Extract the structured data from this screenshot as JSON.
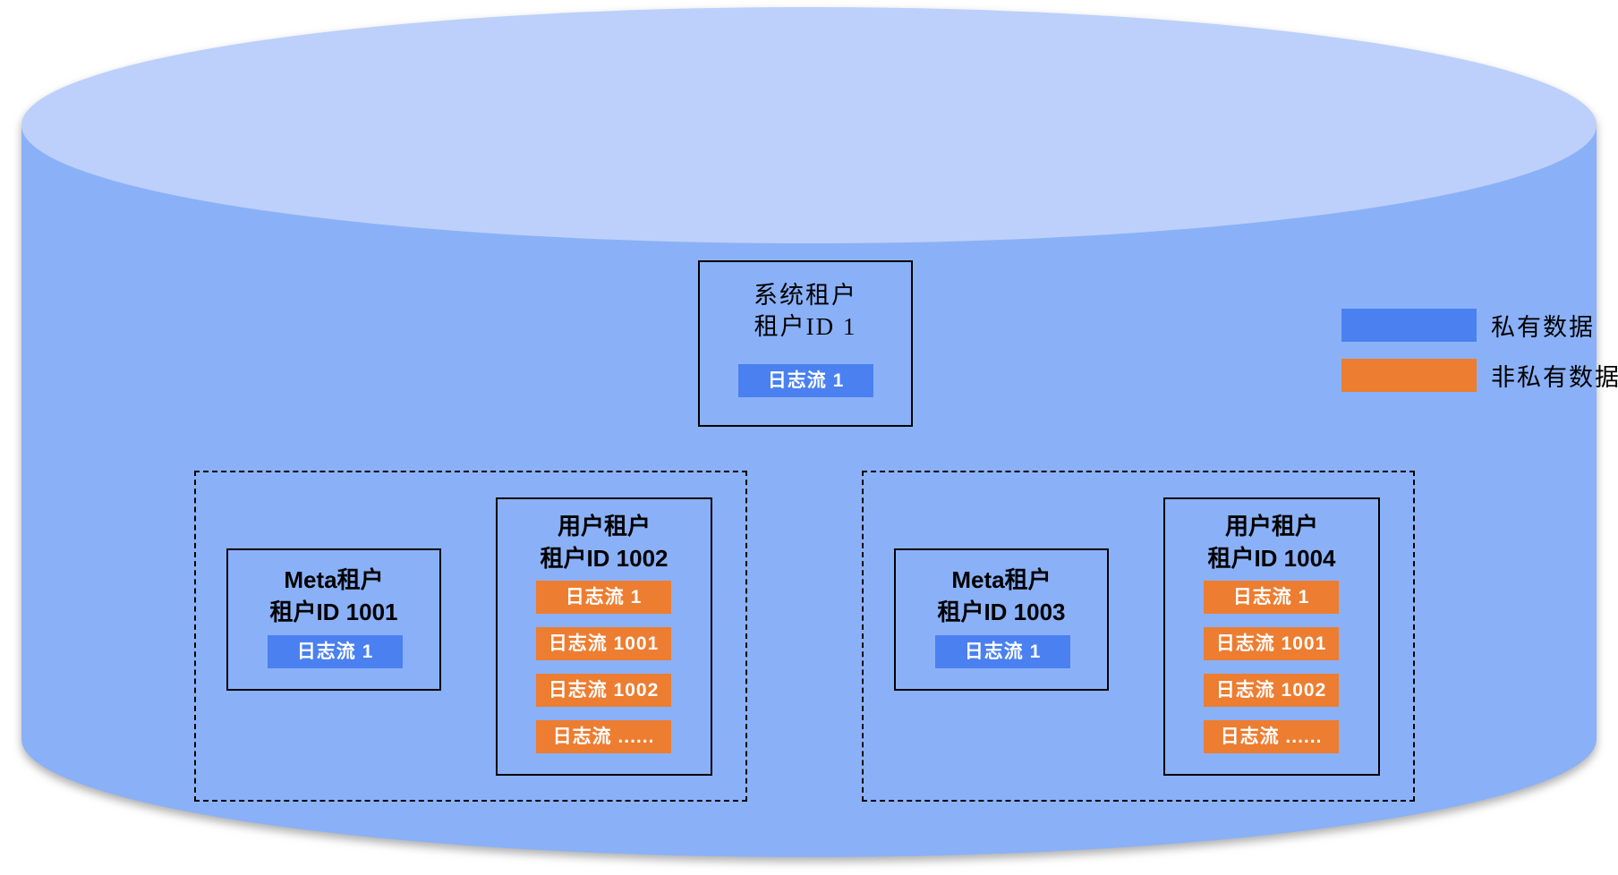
{
  "colors": {
    "cylinder_top": "#BCD0FB",
    "cylinder_body": "#8AB1F8",
    "private_blue": "#4A80F0",
    "non_private_orange": "#ED7D31",
    "border_black": "#000000"
  },
  "legend": {
    "private": {
      "label": "私有数据",
      "color": "#4A80F0"
    },
    "non_private": {
      "label": "非私有数据",
      "color": "#ED7D31"
    }
  },
  "system_tenant": {
    "title_line1": "系统租户",
    "title_line2": "租户ID 1",
    "streams": [
      {
        "label": "日志流 1",
        "type": "private"
      }
    ]
  },
  "groups": [
    {
      "name": "left",
      "meta_tenant": {
        "title_line1": "Meta租户",
        "title_line2": "租户ID 1001",
        "streams": [
          {
            "label": "日志流 1",
            "type": "private"
          }
        ]
      },
      "user_tenant": {
        "title_line1": "用户租户",
        "title_line2": "租户ID 1002",
        "streams": [
          {
            "label": "日志流 1",
            "type": "non_private"
          },
          {
            "label": "日志流 1001",
            "type": "non_private"
          },
          {
            "label": "日志流 1002",
            "type": "non_private"
          },
          {
            "label": "日志流 ......",
            "type": "non_private"
          }
        ]
      }
    },
    {
      "name": "right",
      "meta_tenant": {
        "title_line1": "Meta租户",
        "title_line2": "租户ID 1003",
        "streams": [
          {
            "label": "日志流 1",
            "type": "private"
          }
        ]
      },
      "user_tenant": {
        "title_line1": "用户租户",
        "title_line2": "租户ID 1004",
        "streams": [
          {
            "label": "日志流 1",
            "type": "non_private"
          },
          {
            "label": "日志流 1001",
            "type": "non_private"
          },
          {
            "label": "日志流 1002",
            "type": "non_private"
          },
          {
            "label": "日志流 ......",
            "type": "non_private"
          }
        ]
      }
    }
  ]
}
